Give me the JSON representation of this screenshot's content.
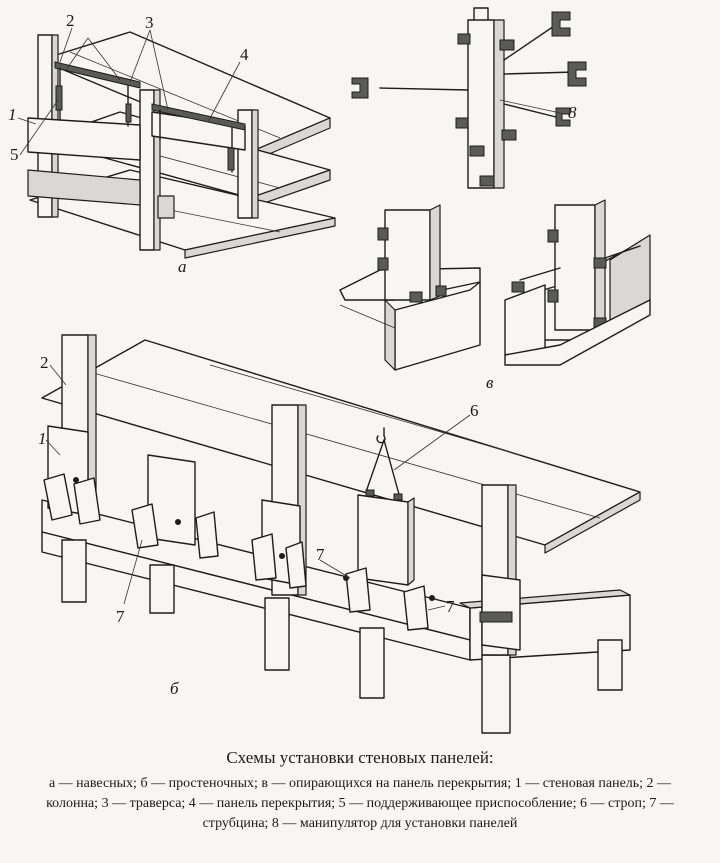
{
  "figure": {
    "panel_a_label": "а",
    "panel_b_label": "б",
    "panel_c_label": "в",
    "callouts": {
      "a": [
        "2",
        "3",
        "4",
        "1",
        "5"
      ],
      "b": [
        "2",
        "1",
        "6",
        "7",
        "7",
        "7"
      ],
      "c": [
        "8"
      ]
    }
  },
  "caption": {
    "title": "Схемы установки стеновых панелей:",
    "body": "а — навесных; б — простеночных; в — опирающихся на панель перекрытия; 1 — стеновая панель; 2 — колонна; 3 — траверса; 4 — панель перекрытия; 5 — поддерживающее приспособление; 6 — строп; 7 — струбцина; 8 — манипулятор для установки панелей"
  }
}
